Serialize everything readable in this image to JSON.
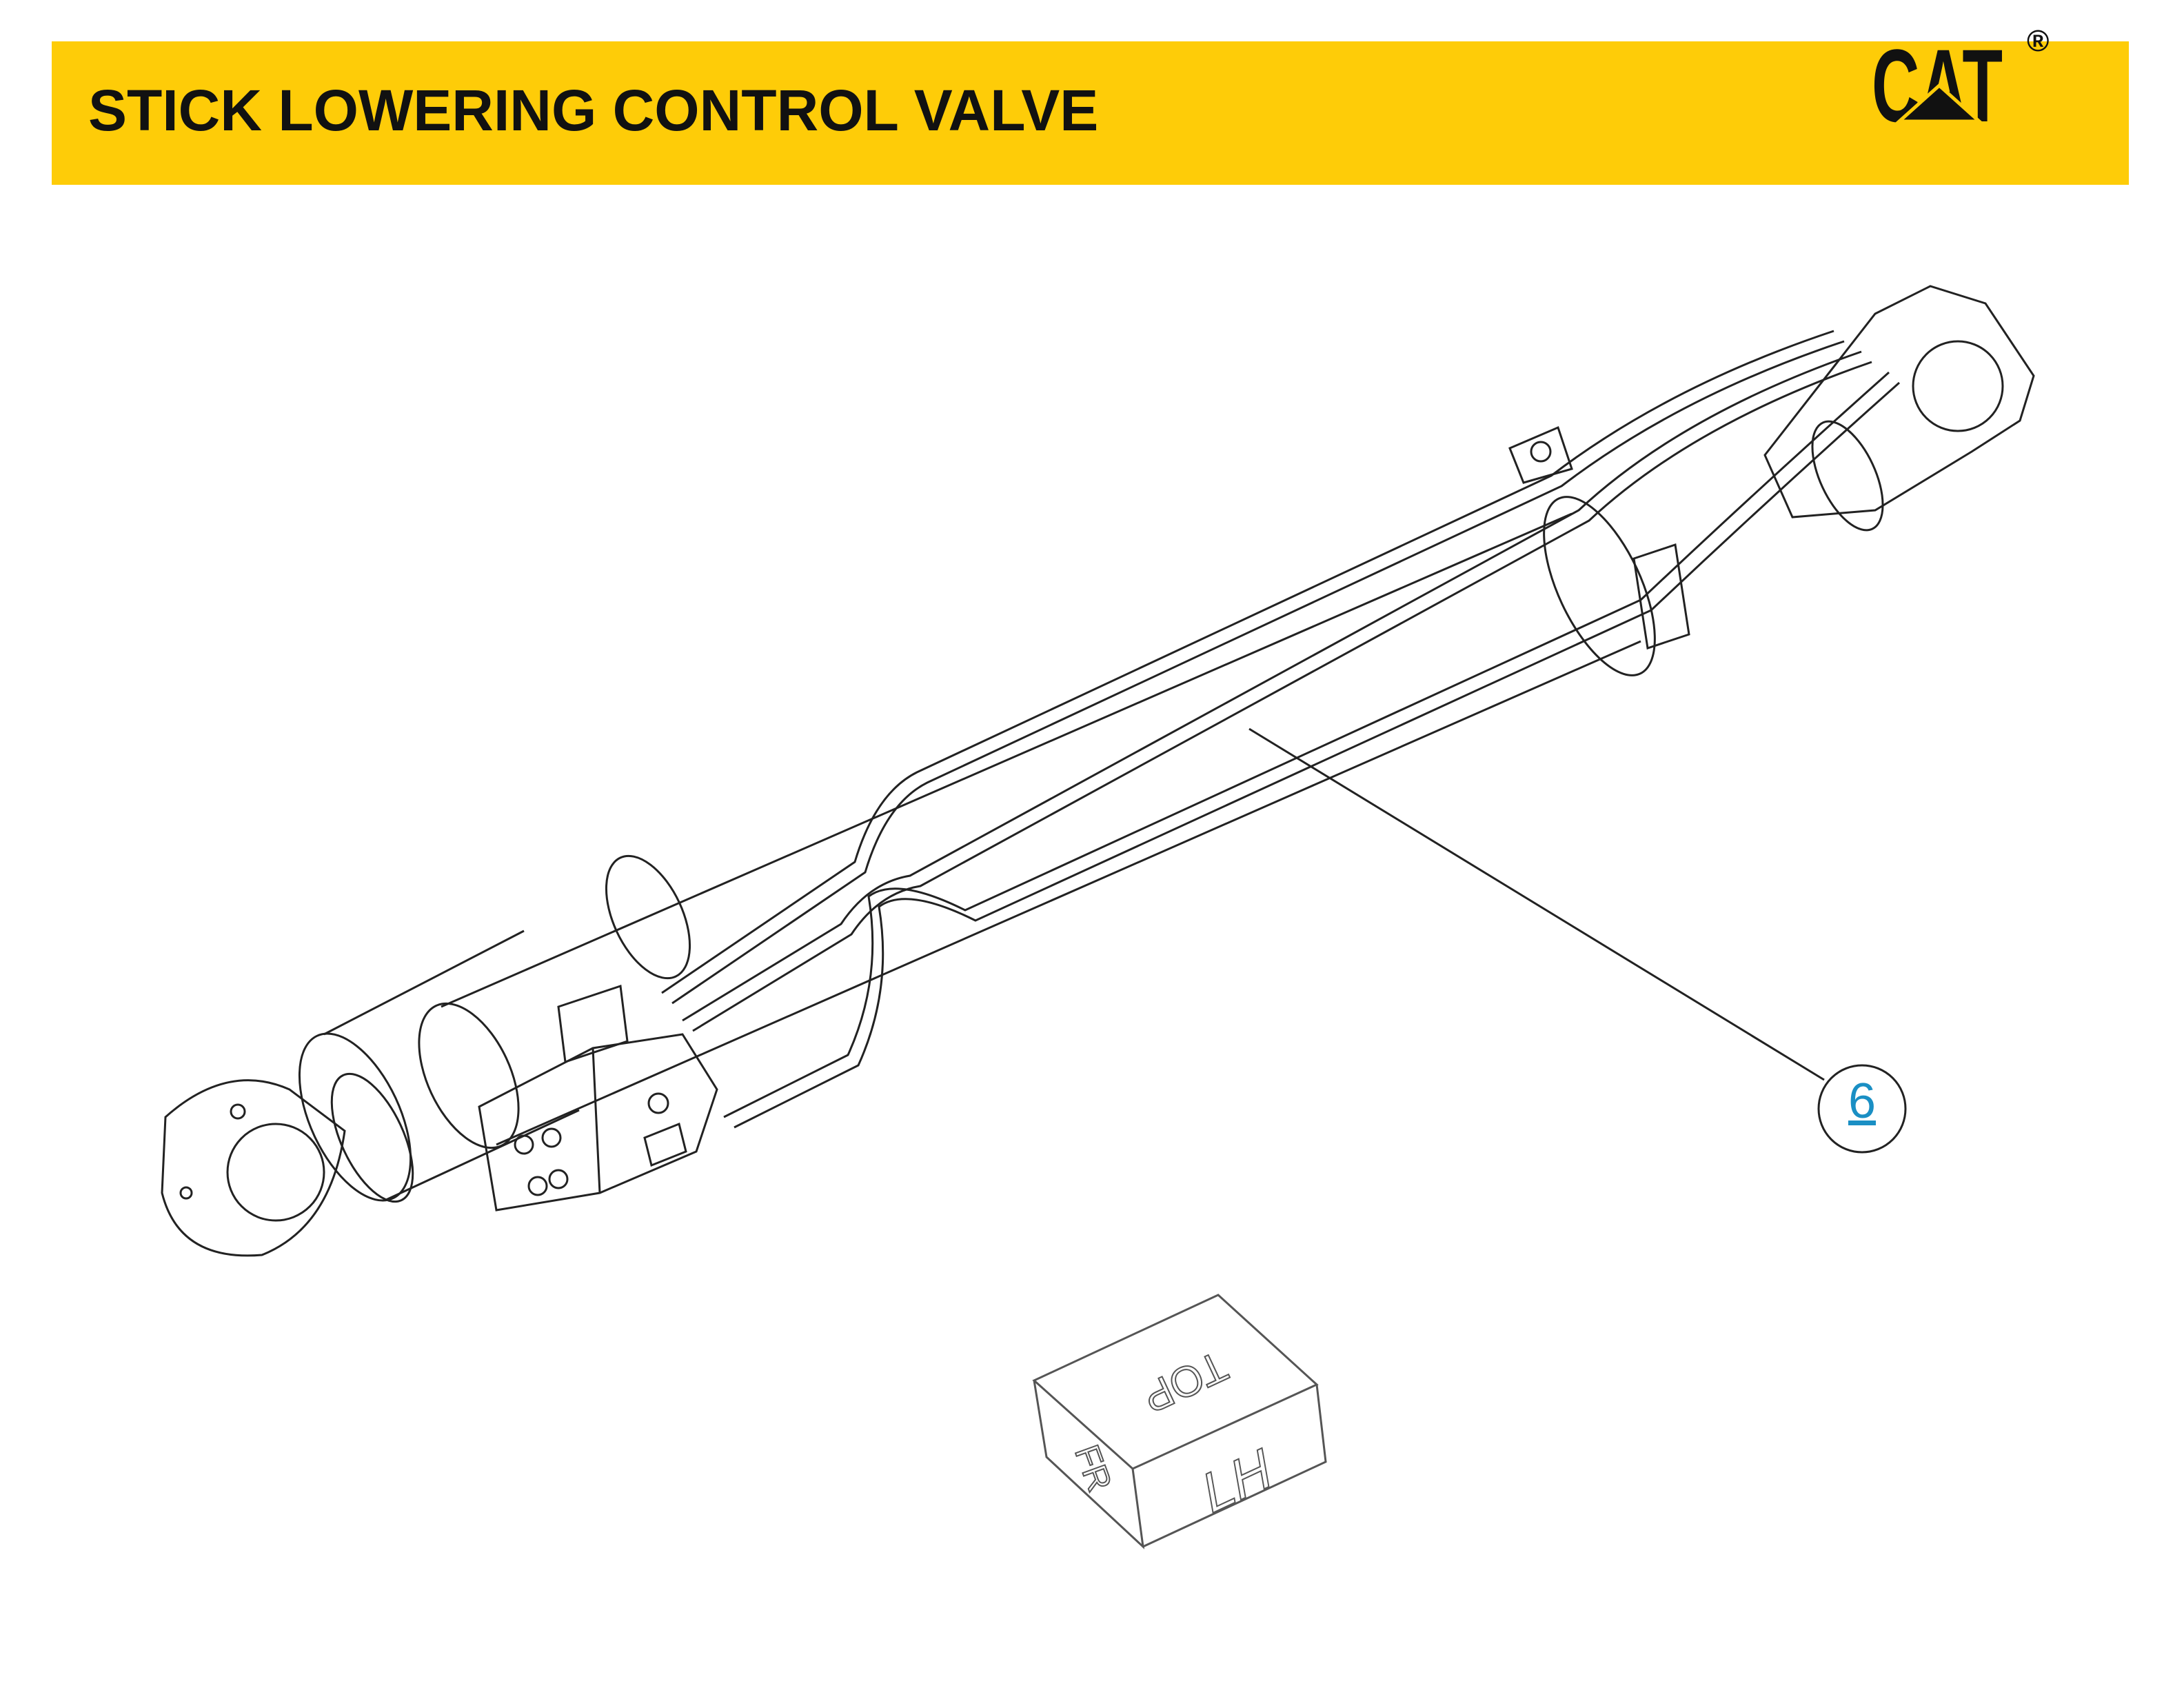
{
  "header": {
    "title": "STICK LOWERING CONTROL VALVE",
    "logo_text": "CAT",
    "logo_mark": "®"
  },
  "callouts": [
    {
      "label": "6"
    }
  ],
  "orientation_cube": {
    "top_label": "TOP",
    "front_label": "FR",
    "side_label": "LH"
  },
  "colors": {
    "brand_yellow": "#fecc08",
    "callout_blue": "#1a8fc4"
  }
}
